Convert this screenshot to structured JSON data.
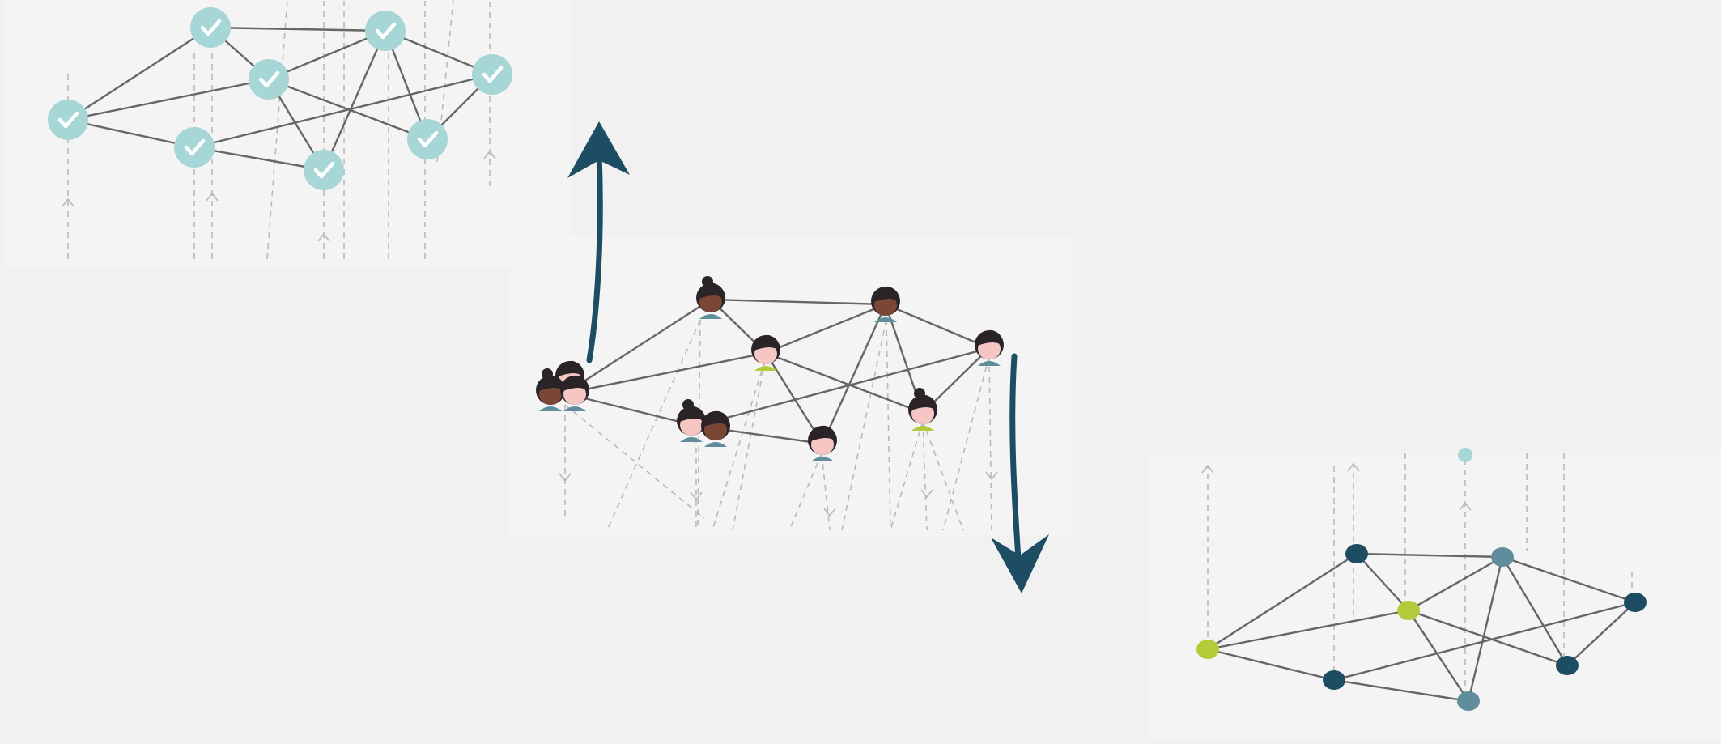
{
  "diagram": {
    "colors": {
      "background": "#f1f1f1",
      "panel": "#f4f4f4",
      "edge": "#666666",
      "dash": "#b9b9b9",
      "arrow": "#1c4d63",
      "check_node": "#a6d6d5",
      "node_dark": "#1c4d63",
      "node_light": "#5f8d9c",
      "node_green": "#b3cc3a",
      "skin_light": "#f6c6c4",
      "skin_dark": "#7a4636",
      "hair": "#2a2328",
      "shirt": "#5f8d9c",
      "shirt_green": "#b3cc3a"
    },
    "networks": [
      {
        "name": "verified-network",
        "node_style": "check-icon",
        "node_count": 8,
        "edge_count": 14
      },
      {
        "name": "people-network",
        "node_style": "person-icon",
        "node_count": 8,
        "edge_count": 14
      },
      {
        "name": "data-network",
        "node_style": "dot",
        "node_count": 8,
        "edge_count": 14
      }
    ],
    "arrows": [
      {
        "name": "up-arrow",
        "direction": "up"
      },
      {
        "name": "down-arrow",
        "direction": "down"
      }
    ]
  }
}
